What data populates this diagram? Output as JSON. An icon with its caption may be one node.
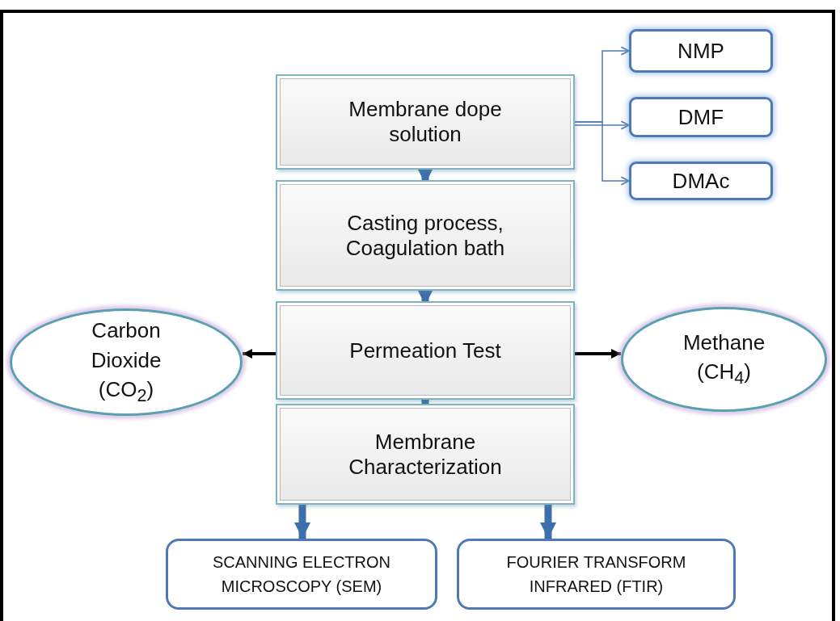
{
  "diagram": {
    "nodes": [
      {
        "text": [
          "Membrane dope solution"
        ]
      },
      {
        "text": [
          "NMP"
        ]
      },
      {
        "text": [
          "DMF"
        ]
      },
      {
        "text": [
          "DMAc"
        ]
      },
      {
        "text": [
          "Casting process, Coagulation bath"
        ]
      },
      {
        "text": [
          "Permeation Test"
        ]
      },
      {
        "text": [
          "Carbon Dioxide (CO$_{2}$)"
        ]
      },
      {
        "text": [
          "Methane (CH$_{4}$)"
        ]
      },
      {
        "text": [
          "Membrane Characterization"
        ]
      },
      {
        "text": [
          "SCANNING ELECTRON MICROSCOPY (SEM)"
        ]
      },
      {
        "text": [
          "FOURIER TRANSFORM INFRARED (FTIR)"
        ]
      }
    ],
    "edges": [
      {
        "from": 0,
        "to": 1,
        "arrow": "to"
      },
      {
        "from": 0,
        "to": 2,
        "arrow": "to"
      },
      {
        "from": 0,
        "to": 3,
        "arrow": "to"
      },
      {
        "from": 0,
        "to": 4,
        "arrow": "to",
        "style": "thick"
      },
      {
        "from": 4,
        "to": 5,
        "arrow": "to",
        "style": "thick"
      },
      {
        "from": 5,
        "to": 6,
        "arrow": "to",
        "color": "#000000"
      },
      {
        "from": 5,
        "to": 7,
        "arrow": "to",
        "color": "#000000"
      },
      {
        "from": 5,
        "to": 8,
        "arrow": "to",
        "style": "thick"
      },
      {
        "from": 8,
        "to": 9,
        "arrow": "to",
        "style": "thick"
      },
      {
        "from": 8,
        "to": 10,
        "arrow": "to",
        "style": "thick"
      }
    ]
  }
}
